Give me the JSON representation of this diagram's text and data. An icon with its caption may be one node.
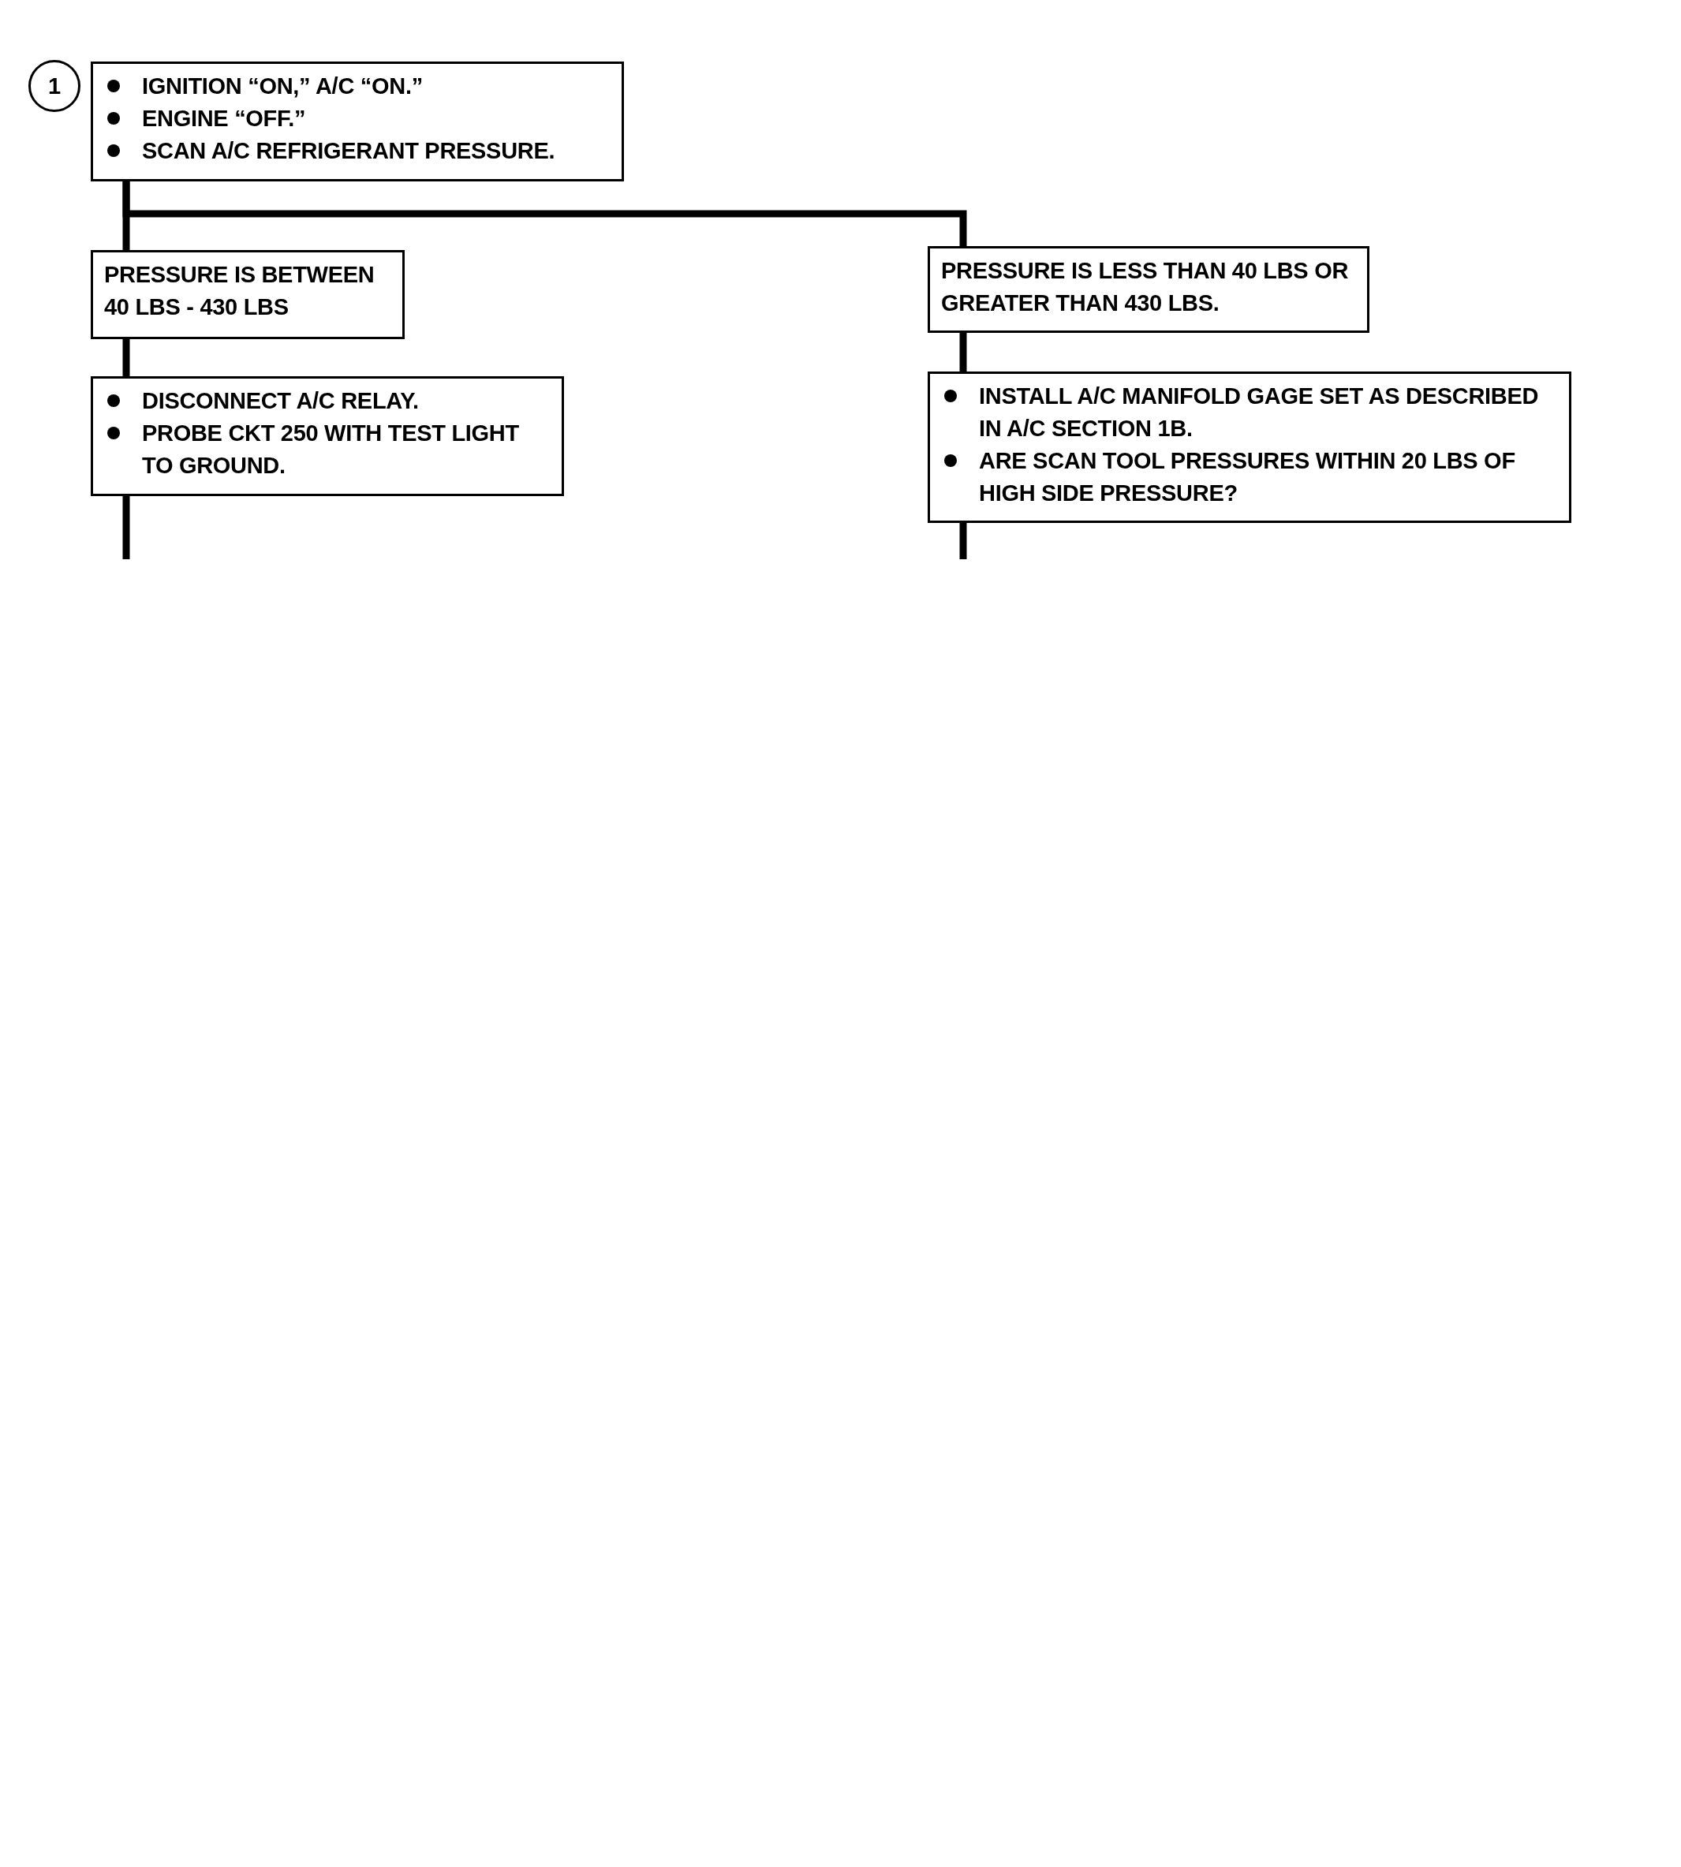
{
  "diagram": {
    "nodes": [
      {
        "text": [
          "1"
        ]
      },
      {
        "text": [
          "IGNITION “ON,” A/C “ON.”",
          "ENGINE “OFF.”",
          "SCAN A/C REFRIGERANT PRESSURE."
        ]
      },
      {
        "text": [
          "PRESSURE IS BETWEEN 40 LBS - 430 LBS"
        ]
      },
      {
        "text": [
          "DISCONNECT A/C RELAY.",
          "PROBE CKT 250 WITH TEST LIGHT TO GROUND."
        ]
      },
      {
        "text": [
          "PRESSURE IS LESS THAN 40 LBS OR GREATER THAN 430 LBS."
        ]
      },
      {
        "text": [
          "INSTALL A/C MANIFOLD GAGE SET AS DESCRIBED IN A/C SECTION 1B.",
          "ARE SCAN TOOL PRESSURES WITHIN 20 LBS OF HIGH SIDE PRESSURE?"
        ]
      }
    ],
    "edges": [
      {
        "from": 1,
        "to": 2,
        "arrow": "none"
      },
      {
        "from": 1,
        "to": 4,
        "arrow": "none"
      },
      {
        "from": 2,
        "to": 3,
        "arrow": "none"
      },
      {
        "from": 4,
        "to": 5,
        "arrow": "none"
      },
      {
        "from": 3,
        "to": null,
        "arrow": "none"
      },
      {
        "from": 5,
        "to": null,
        "arrow": "none"
      }
    ]
  }
}
